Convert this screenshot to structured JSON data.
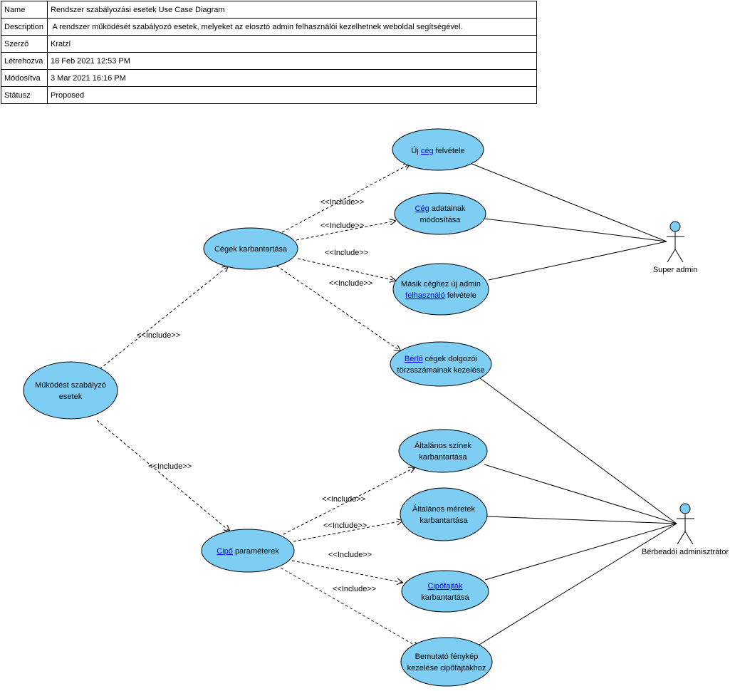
{
  "meta": {
    "rows": [
      {
        "key": "Name",
        "value": "Rendszer szabályozási esetek Use Case Diagram"
      },
      {
        "key": "Description",
        "value": " A rendszer működését szabályozó esetek, melyeket az elosztó admin felhasználói kezelhetnek weboldal segítségével."
      },
      {
        "key": "Szerző",
        "value": "Kratzl"
      },
      {
        "key": "Létrehozva",
        "value": "18 Feb 2021 12:53 PM"
      },
      {
        "key": "Módosítva",
        "value": "3 Mar 2021 16:16 PM"
      },
      {
        "key": "Státusz",
        "value": "Proposed"
      }
    ]
  },
  "colors": {
    "usecase_fill": "#7ecef4",
    "usecase_stroke": "#000000",
    "link": "#0000ee",
    "actor_fill": "#7ecef4"
  },
  "diagram": {
    "include_label": "<<Include>>",
    "actors": {
      "super_admin": "Super admin",
      "berbeado": "Bérbeadói adminisztrátor"
    },
    "usecases": {
      "mukodest": {
        "line1": "Működést szabályzó",
        "line2": "esetek"
      },
      "cegek": {
        "line1": "Cégek karbantartása"
      },
      "cipo": {
        "link": "Cipő",
        "rest": " paraméterek"
      },
      "uj_ceg": {
        "pre": "Új ",
        "link": "cég",
        "post": " felvétele"
      },
      "ceg_adat": {
        "link": "Cég",
        "rest": " adatainak",
        "line2": "módosítása"
      },
      "masik_ceg": {
        "line1": "Másik céghez új admin",
        "link": "felhasználó",
        "rest": " felvétele"
      },
      "berlo": {
        "link": "Bérlő",
        "rest": " cégek dolgozói",
        "line2": "törzsszámainak kezelése"
      },
      "szinek": {
        "line1": "Általános színek",
        "line2": "karbantartása"
      },
      "meretek": {
        "line1": "Általános méretek",
        "line2": "karbantartása"
      },
      "cipofajtak": {
        "link": "Cipőfajták",
        "line2": "karbantartása"
      },
      "fenykep": {
        "line1": "Bemutató fénykép",
        "line2": "kezelése cipőfajtákhoz"
      }
    }
  }
}
